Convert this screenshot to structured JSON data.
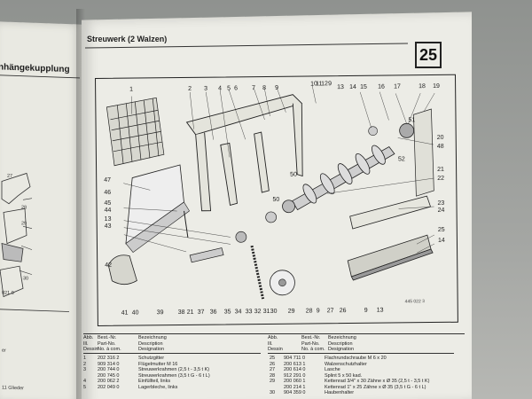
{
  "left_page": {
    "header": "nhängekupplung",
    "refs": [
      "27",
      "28",
      "29",
      "30",
      "021 0"
    ],
    "bottom_text": "11 Glieder",
    "bottom_text2": "er"
  },
  "right_page": {
    "section_title": "Streuwerk (2 Walzen)",
    "page_number": "25",
    "diagram": {
      "callouts_top": [
        "1",
        "2",
        "3",
        "4",
        "5",
        "6",
        "7",
        "8",
        "9",
        "10",
        "11",
        "12",
        "9",
        "13",
        "14",
        "15",
        "16",
        "17",
        "18",
        "19"
      ],
      "callouts_right": [
        "20",
        "48",
        "21",
        "22",
        "23",
        "24",
        "25",
        "14"
      ],
      "callouts_left": [
        "47",
        "46",
        "45",
        "44",
        "13",
        "43",
        "42"
      ],
      "callouts_bottom": [
        "41",
        "40",
        "39",
        "38",
        "21",
        "37",
        "36",
        "35",
        "34",
        "33",
        "32",
        "31",
        "30",
        "29",
        "28",
        "9",
        "27",
        "26",
        "9",
        "13"
      ],
      "callouts_mid": [
        "50",
        "51",
        "50",
        "52"
      ],
      "drawing_ref": "445 022 3"
    },
    "parts_table": {
      "headers": {
        "col1": [
          "Abb.",
          "Ill.",
          "Dessin"
        ],
        "col2": [
          "Best.-Nr.",
          "Part-No.",
          "No. à com."
        ],
        "col3": [
          "Bezeichnung",
          "Description",
          "Designation"
        ]
      },
      "rows_left": [
        {
          "no": "1",
          "part": "202 316 2",
          "desc": "Schutzgitter"
        },
        {
          "no": "2",
          "part": "909 314 0",
          "desc": "Flügelmutter M 16"
        },
        {
          "no": "3",
          "part": "200 744 0",
          "desc": "Streuwerkrahmen (2,5 t - 3,5 t K)"
        },
        {
          "no": "",
          "part": "200 745 0",
          "desc": "Streuwerkrahmen (3,5 t G - 6 t L)"
        },
        {
          "no": "4",
          "part": "200 062 2",
          "desc": "Einfüllteil, links"
        },
        {
          "no": "5",
          "part": "202 049 0",
          "desc": "Lagerbleche, links"
        }
      ],
      "rows_right": [
        {
          "no": "25",
          "part": "904 711 0",
          "desc": "Flachrundschraube M 6 x 20"
        },
        {
          "no": "26",
          "part": "200 613 1",
          "desc": "Walzenschutzhalter"
        },
        {
          "no": "27",
          "part": "200 614 0",
          "desc": "Lasche"
        },
        {
          "no": "28",
          "part": "912 291 0",
          "desc": "Splint 5 x 50 kad."
        },
        {
          "no": "29",
          "part": "200 060 1",
          "desc": "Kettenrad 3/4\" x 30 Zähne x Ø 35 (2,5 t - 3,5 t K)"
        },
        {
          "no": "",
          "part": "200 214 1",
          "desc": "Kettenrad 1\" x 25 Zähne x Ø 35 (3,5 t G - 6 t L)"
        },
        {
          "no": "30",
          "part": "904 359 0",
          "desc": "Haubenhalter"
        }
      ]
    }
  }
}
